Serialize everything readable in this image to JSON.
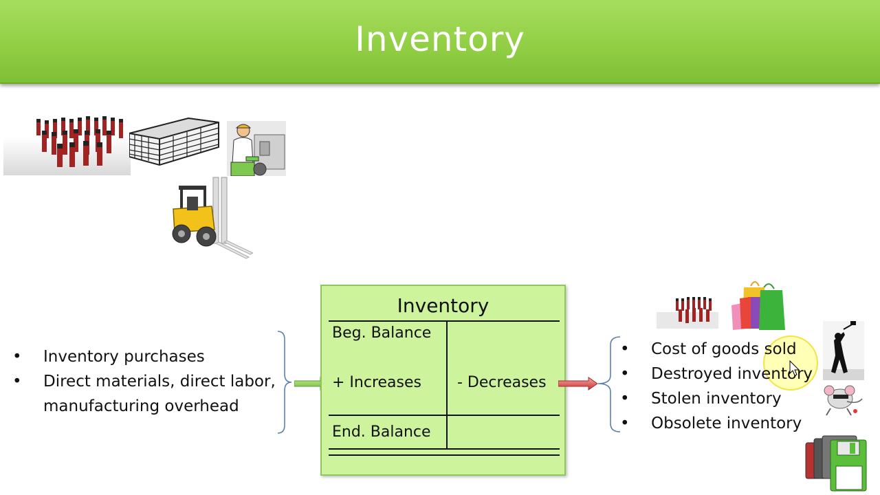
{
  "header": {
    "title": "Inventory"
  },
  "left_list": {
    "items": [
      {
        "line1": "Inventory purchases",
        "line2": ""
      },
      {
        "line1": "Direct materials, direct labor,",
        "line2": "manufacturing overhead"
      }
    ]
  },
  "t_account": {
    "title": "Inventory",
    "beg_balance": "Beg. Balance",
    "increases": "+ Increases",
    "decreases": "- Decreases",
    "end_balance": "End. Balance"
  },
  "right_list": {
    "items": [
      "Cost of goods sold",
      "Destroyed inventory",
      "Stolen inventory",
      "Obsolete inventory"
    ]
  },
  "icons": {
    "top_left": [
      "toy-soldiers-icon",
      "lumber-stack-icon",
      "factory-worker-icon",
      "forklift-icon"
    ],
    "right": [
      "toy-soldiers-icon",
      "shopping-bags-icon",
      "hammer-man-icon",
      "thief-rat-icon",
      "floppy-disks-icon"
    ]
  },
  "colors": {
    "banner": "#92cf45",
    "t_account_fill": "#cdf39c",
    "green_arrow": "#8fd14f",
    "red_arrow": "#e05050"
  }
}
